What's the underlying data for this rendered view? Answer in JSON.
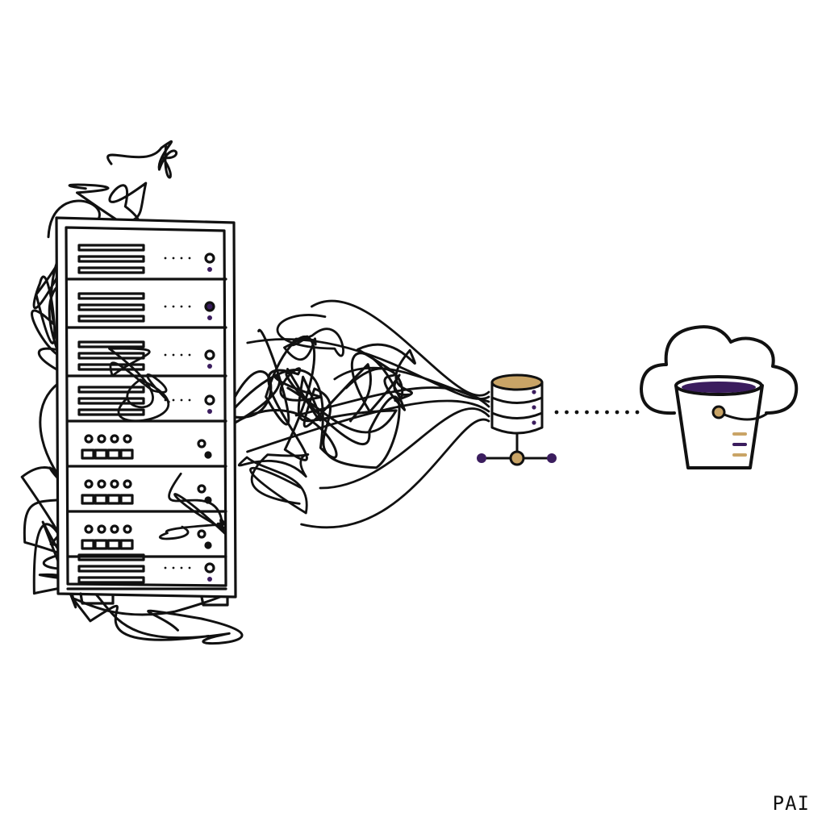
{
  "colors": {
    "ink": "#111111",
    "gold": "#c9a466",
    "purple": "#3b1d5e",
    "background": "#ffffff"
  },
  "elements": {
    "left": "server-rack-icon",
    "tangle": "tangled-cables",
    "middle": "database-icon",
    "link": "dotted-connector",
    "right": "cloud-storage-bucket-icon"
  },
  "signature": "PAI"
}
